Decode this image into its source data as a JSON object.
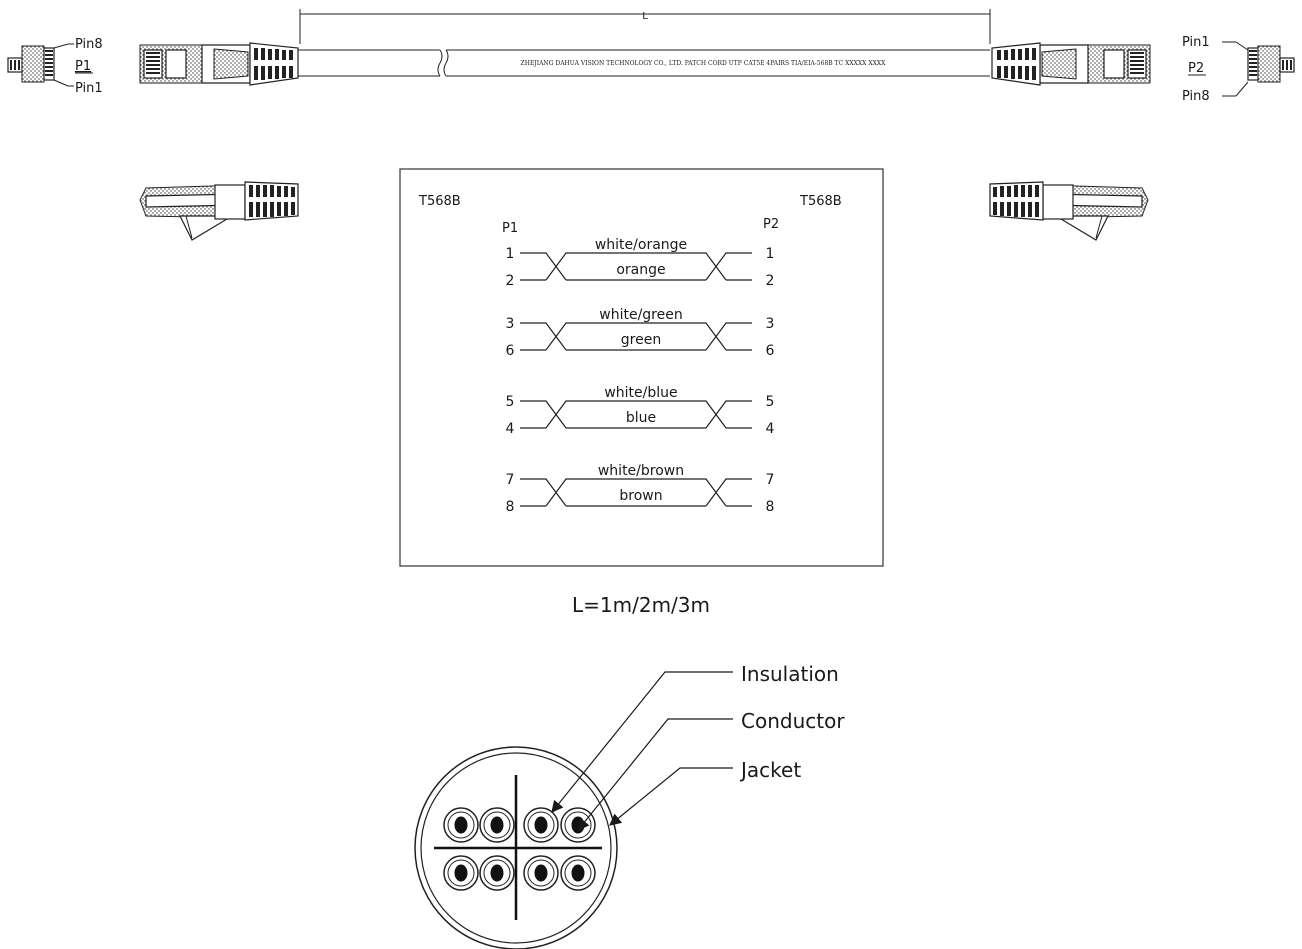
{
  "length_dim": {
    "label": "L"
  },
  "cable_print": "ZHEJIANG DAHUA VISION TECHNOLOGY CO., LTD. PATCH CORD UTP  CAT5E 4PAIRS  TIA/EIA-568B TC    XXXXX  XXXX",
  "left_plug": {
    "name": "P1",
    "pin_top": "Pin8",
    "pin_bottom": "Pin1"
  },
  "right_plug": {
    "name": "P2",
    "pin_top": "Pin1",
    "pin_bottom": "Pin8"
  },
  "wiring": {
    "left_standard": "T568B",
    "right_standard": "T568B",
    "left_end": "P1",
    "right_end": "P2",
    "pairs": [
      {
        "top_label": "white/orange",
        "bottom_label": "orange",
        "left_pins": [
          "1",
          "2"
        ],
        "right_pins": [
          "1",
          "2"
        ]
      },
      {
        "top_label": "white/green",
        "bottom_label": "green",
        "left_pins": [
          "3",
          "6"
        ],
        "right_pins": [
          "3",
          "6"
        ]
      },
      {
        "top_label": "white/blue",
        "bottom_label": "blue",
        "left_pins": [
          "5",
          "4"
        ],
        "right_pins": [
          "5",
          "4"
        ]
      },
      {
        "top_label": "white/brown",
        "bottom_label": "brown",
        "left_pins": [
          "7",
          "8"
        ],
        "right_pins": [
          "7",
          "8"
        ]
      }
    ]
  },
  "length_note": "L=1m/2m/3m",
  "cross_section": {
    "labels": [
      "Insulation",
      "Conductor",
      "Jacket"
    ]
  }
}
